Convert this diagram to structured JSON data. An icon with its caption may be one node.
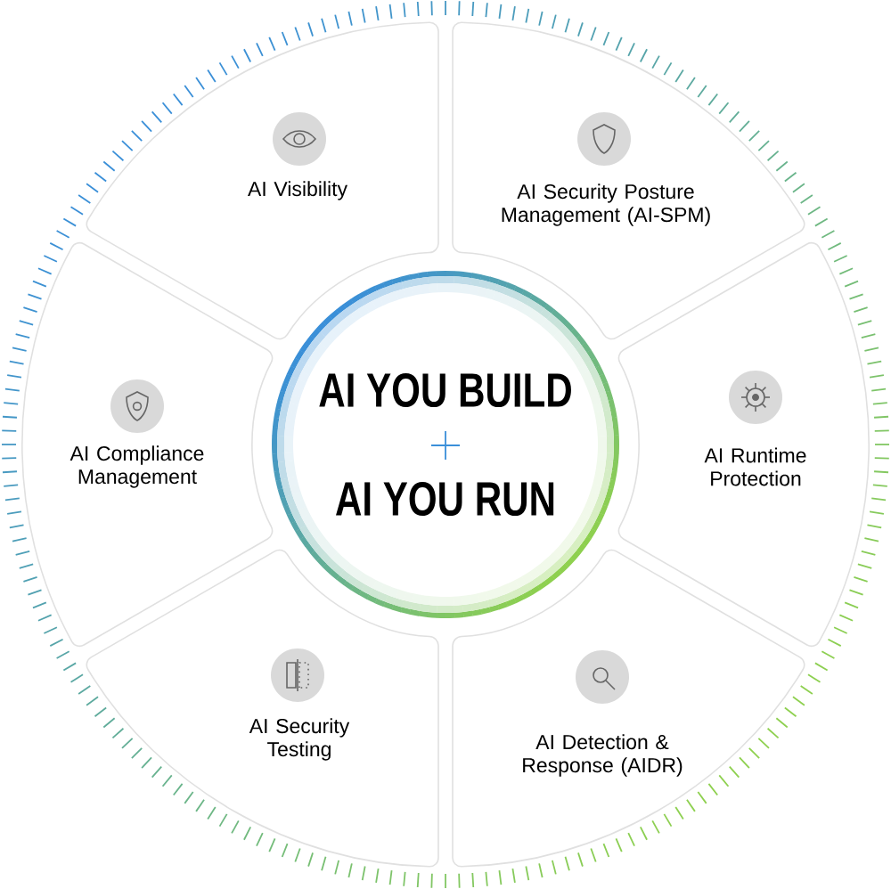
{
  "diagram": {
    "nodes": [
      {
        "text": [
          "AI Visibility"
        ]
      },
      {
        "text": [
          "AI Security Posture Management (AI-SPM)"
        ]
      },
      {
        "text": [
          "AI Compliance Management"
        ]
      },
      {
        "text": [
          "AI YOU BUILD",
          "AI YOU RUN"
        ]
      },
      {
        "text": [
          "AI Runtime Protection"
        ]
      },
      {
        "text": [
          "AI Security Testing"
        ]
      },
      {
        "text": [
          "AI Detection & Response (AIDR)"
        ]
      }
    ]
  }
}
